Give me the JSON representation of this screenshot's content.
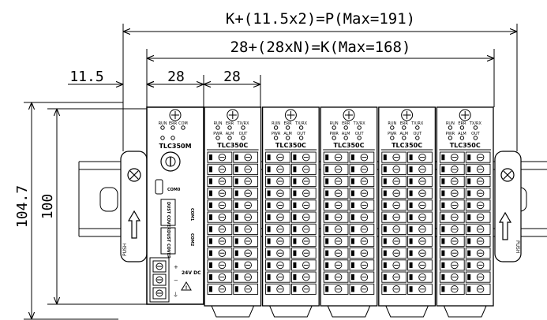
{
  "dimensions": {
    "overall_width": "K+(11.5x2)=P(Max=191)",
    "modules_width": "28+(28xN)=K(Max=168)",
    "end_plate": "11.5",
    "module_width_main": "28",
    "module_width_ext": "28",
    "height_total": "104.7",
    "height_body": "100"
  },
  "main_module": {
    "model": "TLC350M",
    "led_labels": [
      "RUN",
      "ERR",
      "COM"
    ],
    "usb_label": "COM0",
    "port_labels": [
      "COM1",
      "COM2"
    ],
    "cover_label": "DUST COVER",
    "power_label": "24V DC",
    "power_terminals": [
      "+",
      "−",
      "⏚"
    ]
  },
  "extension_modules": {
    "model": "TLC350C",
    "count": 5,
    "led_labels_top": [
      "RUN",
      "ERR",
      "TX/RX"
    ],
    "led_labels_bottom": [
      "PWR",
      "ALM",
      "OUT"
    ]
  },
  "end_clamp": {
    "label": "PUSH"
  }
}
